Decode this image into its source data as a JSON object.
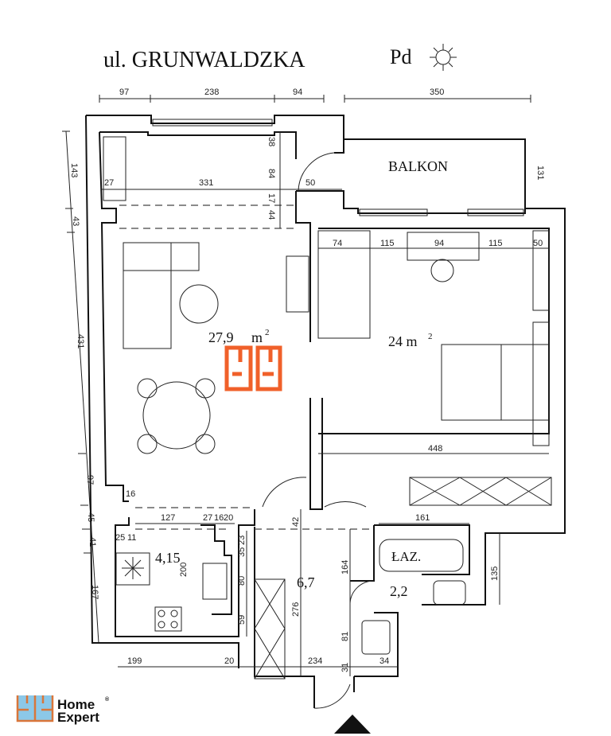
{
  "header": {
    "street": "ul. GRUNWALDZKA",
    "orientation": "Pd",
    "sun_icon": "sun-icon"
  },
  "rooms": {
    "balcony": "BALKON",
    "living": "27,9",
    "living_unit": "m",
    "living_sup": "2",
    "bedroom": "24 m",
    "bedroom_sup": "2",
    "kitchen": "4,15",
    "hall": "6,7",
    "bathroom_label": "ŁAZ.",
    "bathroom": "2,2"
  },
  "dimensions": {
    "top": [
      "97",
      "238",
      "94",
      "350"
    ],
    "left": [
      "143",
      "43",
      "431",
      "97",
      "45",
      "41",
      "167"
    ],
    "living": [
      "27",
      "331",
      "50",
      "38",
      "84",
      "17",
      "44"
    ],
    "bedroom_top": [
      "74",
      "115",
      "94",
      "115",
      "50"
    ],
    "balcony_side": "131",
    "bedroom_width": "448",
    "kitchen": [
      "16",
      "127",
      "27",
      "16",
      "20",
      "25",
      "11",
      "200"
    ],
    "hall": [
      "23",
      "35",
      "80",
      "59",
      "42",
      "276",
      "164",
      "81"
    ],
    "bath": [
      "161",
      "135"
    ],
    "bottom": [
      "199",
      "20",
      "234",
      "31",
      "34"
    ]
  },
  "logo": {
    "line1": "Home",
    "line2": "Expert",
    "mark": "®"
  },
  "colors": {
    "watermark": "#f0602a",
    "logo_blue": "#8cc8e8",
    "logo_orange": "#d9763a"
  }
}
